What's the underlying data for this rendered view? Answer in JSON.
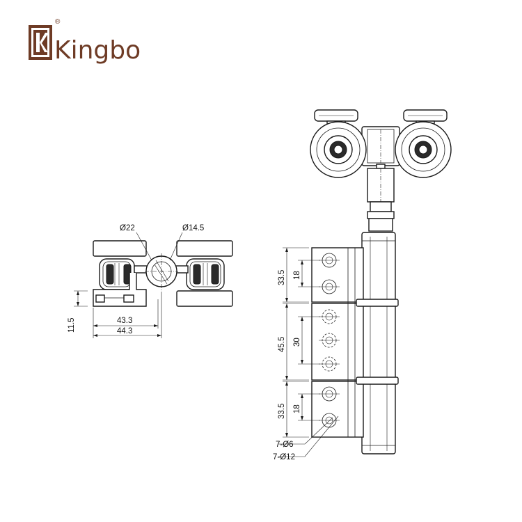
{
  "brand": {
    "name": "Kingbo",
    "registered": "®",
    "color": "#6e3b25"
  },
  "top_view": {
    "dia_large": "Ø22",
    "dia_small": "Ø14.5",
    "height": "11.5",
    "width_inner": "43.3",
    "width_outer": "44.3"
  },
  "side_view": {
    "upper_outer": "33.5",
    "upper_inner": "18",
    "middle_outer": "45.5",
    "middle_inner": "30",
    "lower_outer": "33.5",
    "lower_inner": "18",
    "hole_small": "7-Ø6",
    "hole_large": "7-Ø12"
  }
}
